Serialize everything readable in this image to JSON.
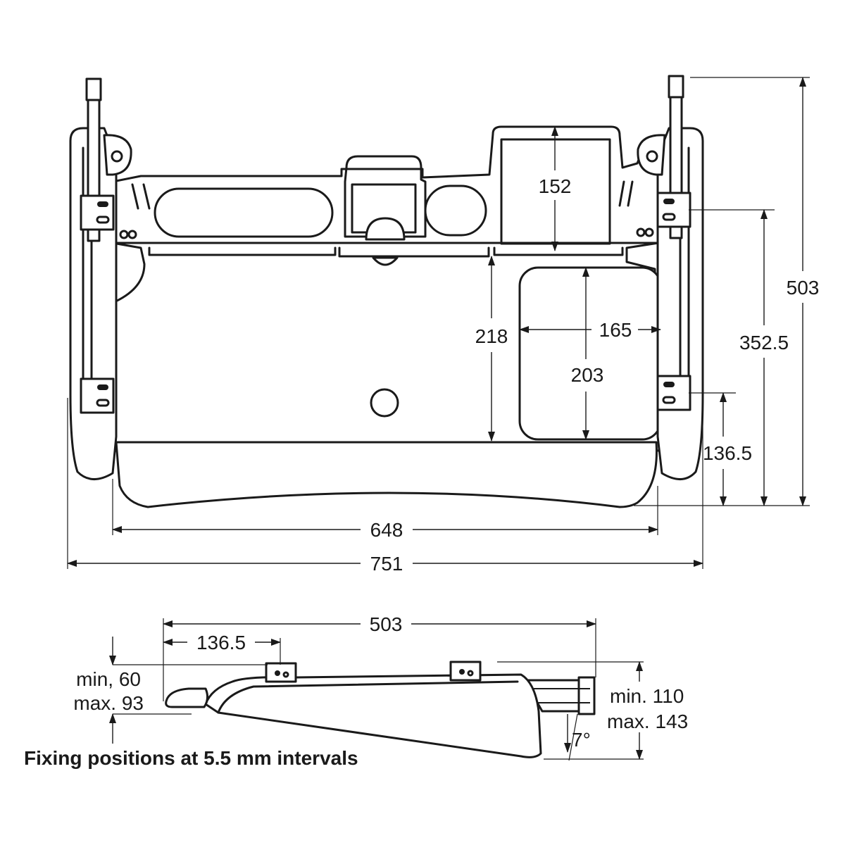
{
  "top_view": {
    "dim_width_inner": "648",
    "dim_width_overall": "751",
    "dim_depth_overall": "503",
    "dim_depth_352": "352.5",
    "dim_depth_136": "136.5",
    "dim_tray_height": "218",
    "dim_mouse_width": "165",
    "dim_mouse_height": "203",
    "dim_compartment": "152"
  },
  "side_view": {
    "dim_length": "503",
    "dim_offset": "136.5",
    "dim_left_min": "min, 60",
    "dim_left_max": "max. 93",
    "dim_right_min": "min. 110",
    "dim_right_max": "max. 143",
    "dim_angle": "7°"
  },
  "note": "Fixing positions at 5.5 mm intervals",
  "colors": {
    "line": "#1a1a1a",
    "background": "#ffffff"
  }
}
